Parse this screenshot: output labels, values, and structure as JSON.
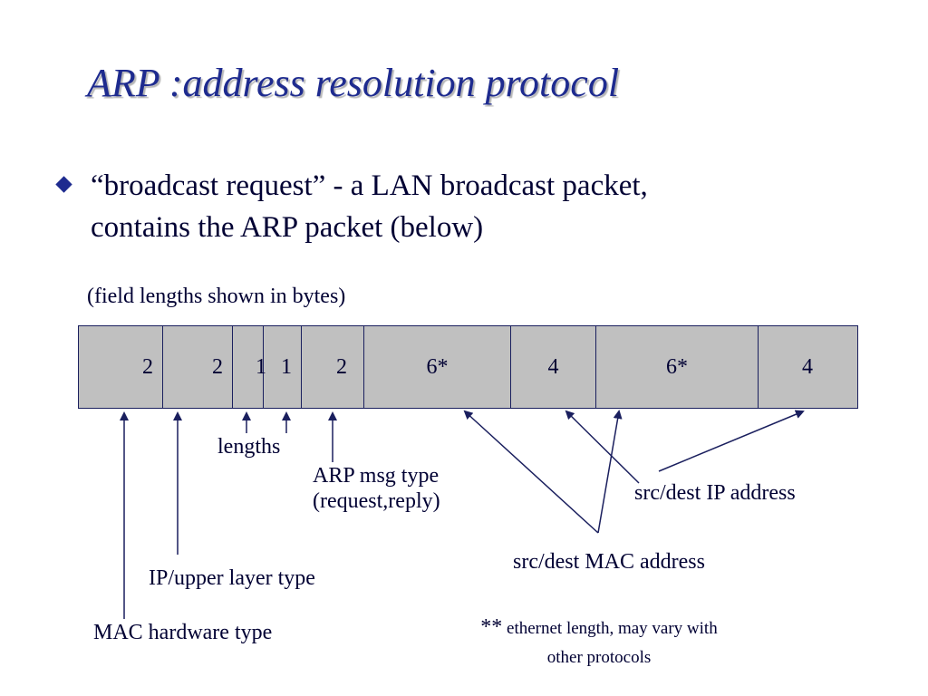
{
  "title": "ARP :address resolution protocol",
  "bullet": {
    "line1": "“broadcast request” - a LAN broadcast packet,",
    "line2": "contains the ARP packet (below)"
  },
  "note": "(field lengths shown in bytes)",
  "packet_fields": [
    {
      "value": "2"
    },
    {
      "value": "2"
    },
    {
      "value": "1"
    },
    {
      "value": "1"
    },
    {
      "value": "2"
    },
    {
      "value": "6*"
    },
    {
      "value": "4"
    },
    {
      "value": "6*"
    },
    {
      "value": "4"
    }
  ],
  "labels": {
    "lengths": "lengths",
    "arp_msg_type_line1": "ARP msg type",
    "arp_msg_type_line2": "(request,reply)",
    "src_dest_ip": "src/dest IP address",
    "src_dest_mac": "src/dest MAC address",
    "ip_upper_layer": "IP/upper layer type",
    "mac_hardware": "MAC hardware type"
  },
  "footnote": {
    "stars": "**",
    "line1": " ethernet length, may vary with",
    "line2": "other protocols"
  },
  "colors": {
    "title": "#1e2b8f",
    "text": "#000033",
    "packet_fill": "#c0c0c0",
    "packet_border": "#1a1f5e"
  }
}
